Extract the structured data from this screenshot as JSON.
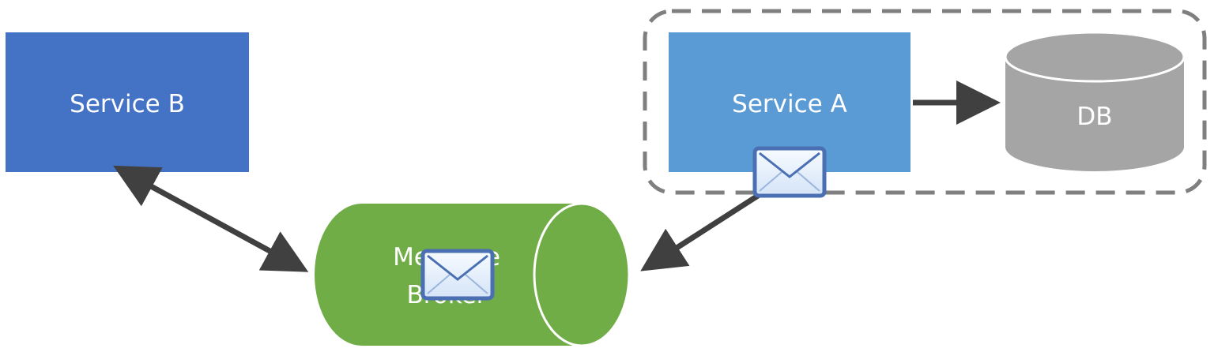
{
  "diagram": {
    "service_b": {
      "label": "Service B"
    },
    "service_a": {
      "label": "Service A"
    },
    "db": {
      "label": "DB"
    },
    "broker": {
      "label_line1": "Message",
      "label_line2": "Broker"
    }
  },
  "colors": {
    "service_b": "#4472c4",
    "service_a": "#5b9bd5",
    "db": "#a5a5a5",
    "db_top": "#a5a5a5",
    "broker": "#70ad47",
    "arrow": "#404040",
    "boundary": "#7f7f7f",
    "envelope_border": "#4a6fb3",
    "envelope_fill": "#e9f1fb"
  },
  "icons": {
    "envelope": "envelope-icon"
  }
}
